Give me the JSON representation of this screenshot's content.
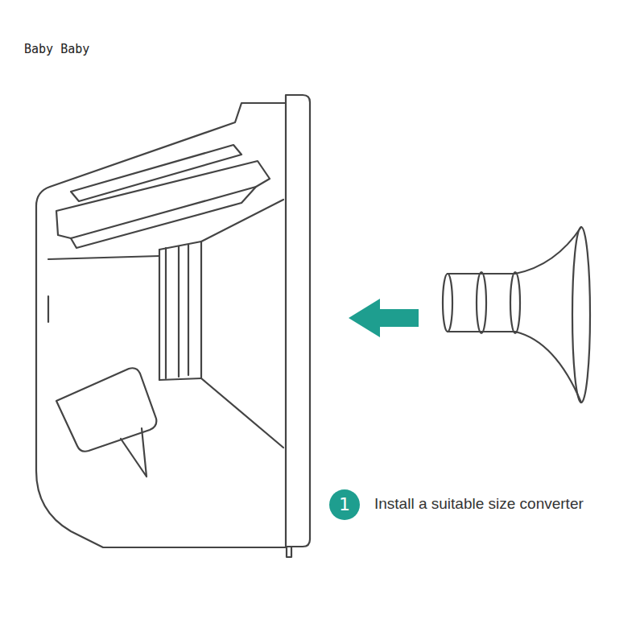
{
  "diagram": {
    "nodes": [
      {
        "text": [
          "1"
        ]
      }
    ],
    "labels": [
      "Baby Baby",
      "Install a suitable size converter"
    ]
  }
}
